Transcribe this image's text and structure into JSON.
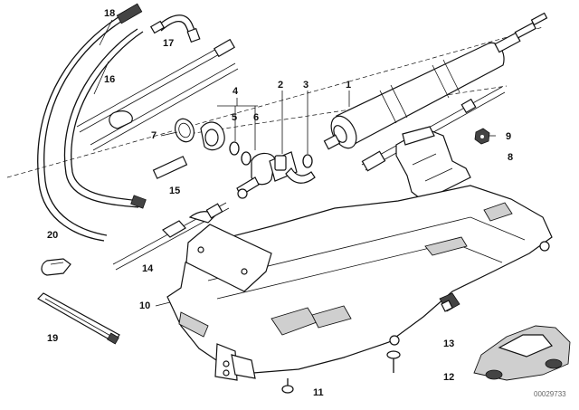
{
  "labels": [
    {
      "id": "1",
      "text": "1"
    },
    {
      "id": "2",
      "text": "2"
    },
    {
      "id": "3",
      "text": "3"
    },
    {
      "id": "4",
      "text": "4"
    },
    {
      "id": "5",
      "text": "5"
    },
    {
      "id": "6",
      "text": "6"
    },
    {
      "id": "7",
      "text": "7"
    },
    {
      "id": "8",
      "text": "8"
    },
    {
      "id": "9",
      "text": "9"
    },
    {
      "id": "10",
      "text": "10"
    },
    {
      "id": "11",
      "text": "11"
    },
    {
      "id": "12",
      "text": "12"
    },
    {
      "id": "13",
      "text": "13"
    },
    {
      "id": "14",
      "text": "14"
    },
    {
      "id": "15",
      "text": "15"
    },
    {
      "id": "16",
      "text": "16"
    },
    {
      "id": "17",
      "text": "17"
    },
    {
      "id": "18",
      "text": "18"
    },
    {
      "id": "19",
      "text": "19"
    },
    {
      "id": "20",
      "text": "20"
    }
  ],
  "watermark": "00029733"
}
